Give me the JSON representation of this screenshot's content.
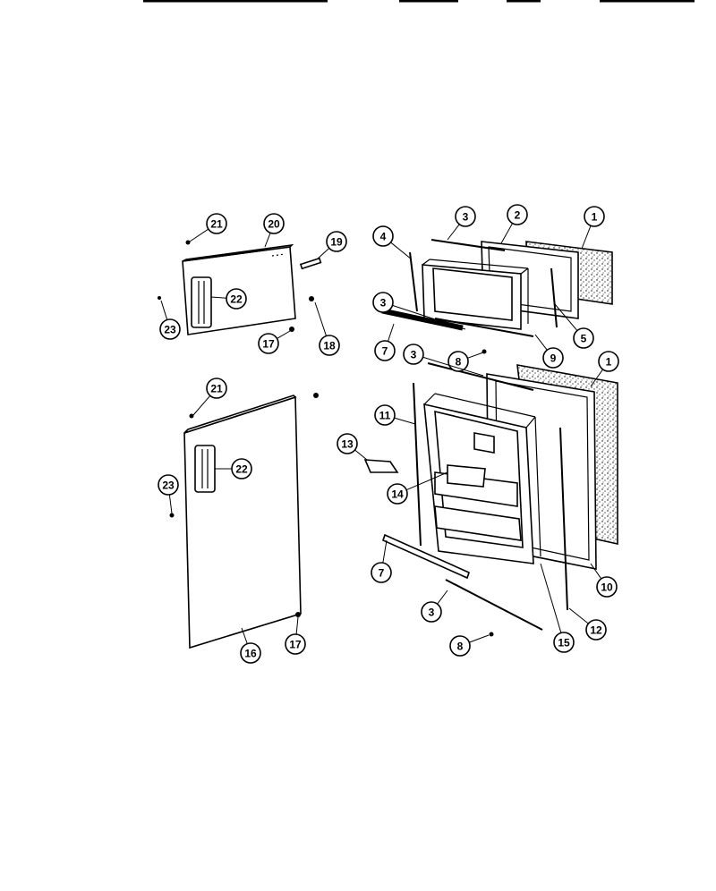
{
  "callouts": {
    "c1_top": "1",
    "c2": "2",
    "c3_top": "3",
    "c4": "4",
    "c5": "5",
    "c3_mid": "3",
    "c7_top": "7",
    "c8_top": "8",
    "c9": "9",
    "c3_mid2": "3",
    "c1_bot": "1",
    "c11": "11",
    "c13": "13",
    "c14": "14",
    "c7_bot": "7",
    "c10": "10",
    "c3_bot": "3",
    "c15": "15",
    "c12": "12",
    "c8_bot": "8",
    "c21_top": "21",
    "c20": "20",
    "c19": "19",
    "c22_top": "22",
    "c23_top": "23",
    "c17_top": "17",
    "c18": "18",
    "c21_bot": "21",
    "c22_bot": "22",
    "c23_bot": "23",
    "c16": "16",
    "c17_bot": "17"
  }
}
